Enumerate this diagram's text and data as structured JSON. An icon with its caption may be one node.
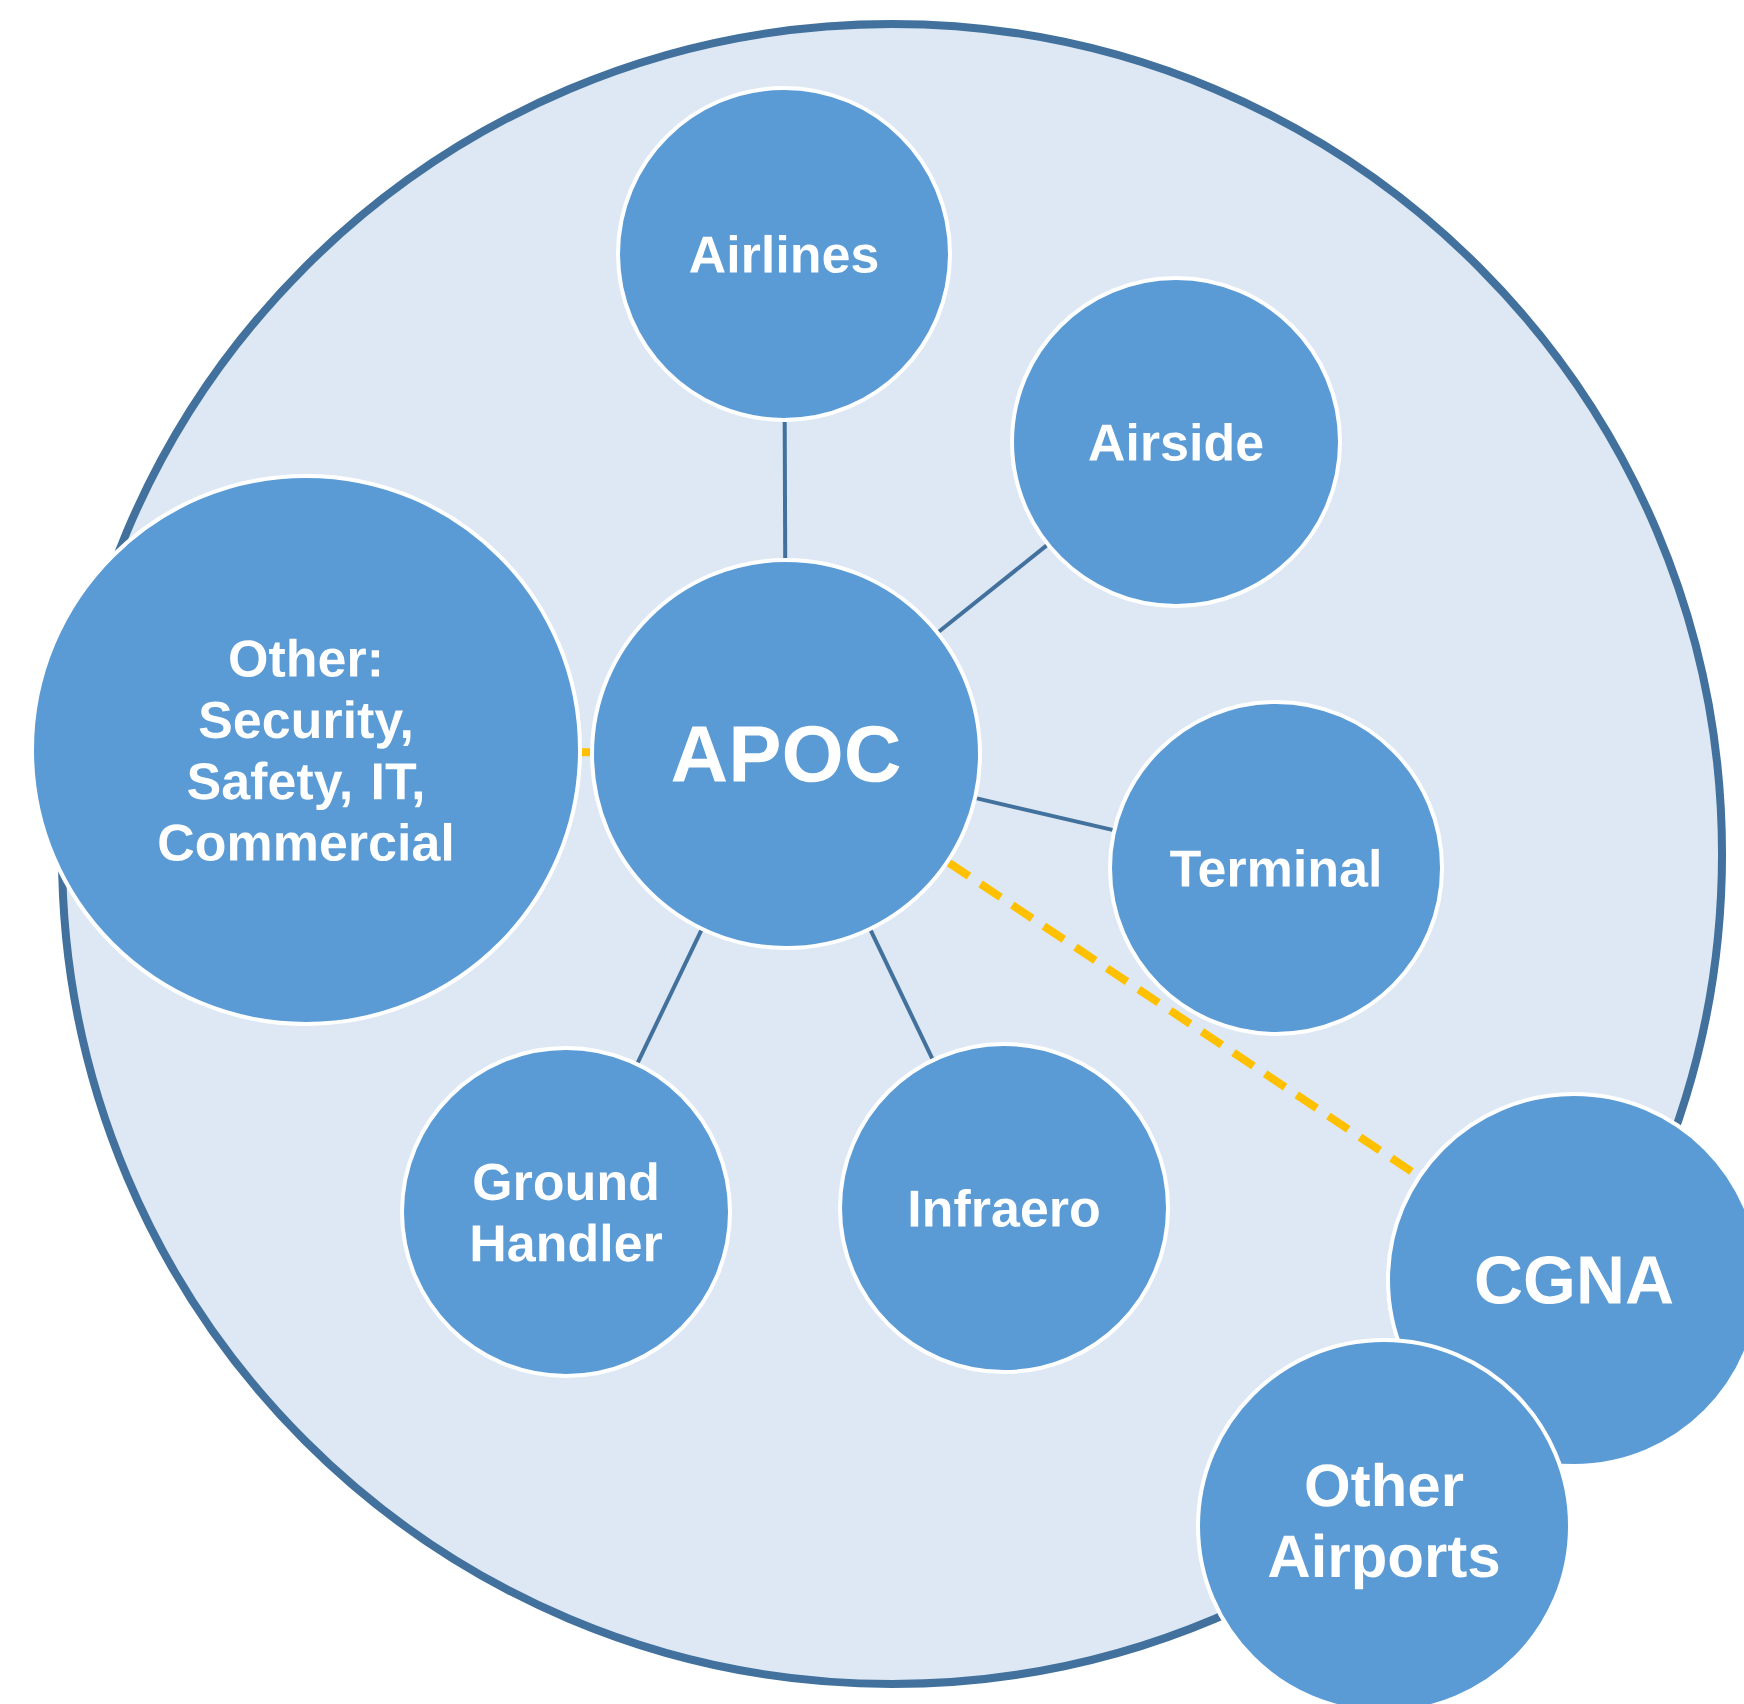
{
  "diagram": {
    "nodes": [
      {
        "text": [],
        "shape": "circle"
      },
      {
        "text": [
          "Airlines"
        ],
        "in": 0
      },
      {
        "text": [
          "Airside"
        ],
        "in": 0
      },
      {
        "text": [
          "Other: Security, Safety, IT, Commercial"
        ]
      },
      {
        "text": [
          "APOC"
        ],
        "in": 0
      },
      {
        "text": [
          "Terminal"
        ],
        "in": 0
      },
      {
        "text": [
          "Ground Handler"
        ],
        "in": 0
      },
      {
        "text": [
          "Infraero"
        ],
        "in": 0
      },
      {
        "text": [
          "CGNA"
        ]
      },
      {
        "text": [
          "Other Airports"
        ]
      }
    ],
    "edges": [
      {
        "from": 4,
        "to": 1,
        "arrow": "none"
      },
      {
        "from": 4,
        "to": 2,
        "arrow": "none"
      },
      {
        "from": 4,
        "to": 5,
        "arrow": "none"
      },
      {
        "from": 4,
        "to": 7,
        "arrow": "none"
      },
      {
        "from": 4,
        "to": 6,
        "arrow": "none"
      },
      {
        "from": 4,
        "to": 3,
        "arrow": "none",
        "style": "dashed",
        "color": "#ffc000"
      },
      {
        "from": 4,
        "to": 8,
        "arrow": "none",
        "style": "dashed",
        "color": "#ffc000"
      }
    ]
  }
}
